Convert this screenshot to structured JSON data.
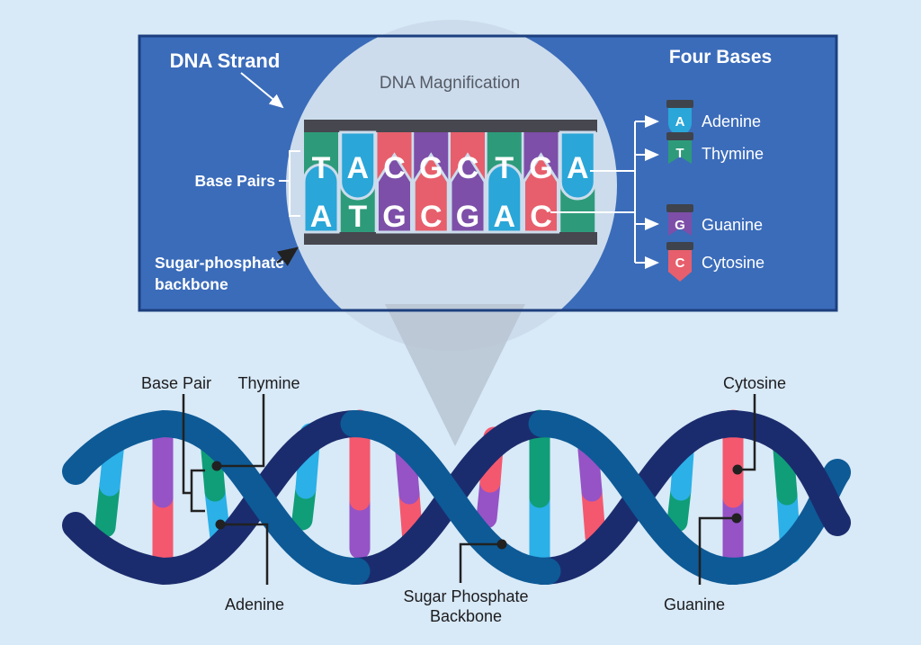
{
  "colors": {
    "background": "#d8e9f7",
    "panel": "#3b6cba",
    "panel_border": "#1c3f7e",
    "magnifier_circle": "#ccdcec",
    "funnel": "#b8c4d2",
    "strip_bar": "#47474f",
    "adenine_blue": "#2aa6d8",
    "thymine_green": "#2d9b7a",
    "guanine_purple": "#7d4fa8",
    "cytosine_red": "#e75f6c",
    "helix_strand_front": "#0d5a96",
    "helix_strand_back": "#1b2c6e",
    "helix_adenine": "#2bb0e8",
    "helix_thymine": "#0f9e78",
    "helix_guanine": "#9553c6",
    "helix_cytosine": "#f4586e"
  },
  "panel": {
    "dna_strand_label": "DNA Strand",
    "magnification_label": "DNA Magnification",
    "base_pairs_label": "Base Pairs",
    "backbone_label_line1": "Sugar-phosphate",
    "backbone_label_line2": "backbone",
    "four_bases_title": "Four Bases"
  },
  "strip": {
    "top_row": [
      "T",
      "A",
      "C",
      "G",
      "C",
      "T",
      "G",
      "A"
    ],
    "bottom_row": [
      "A",
      "T",
      "G",
      "C",
      "G",
      "A",
      "C",
      ""
    ]
  },
  "legend": {
    "items": [
      {
        "letter": "A",
        "name": "Adenine",
        "color": "#2aa6d8"
      },
      {
        "letter": "T",
        "name": "Thymine",
        "color": "#2d9b7a"
      },
      {
        "letter": "G",
        "name": "Guanine",
        "color": "#7d4fa8"
      },
      {
        "letter": "C",
        "name": "Cytosine",
        "color": "#e75f6c"
      }
    ]
  },
  "helix": {
    "labels": {
      "base_pair": "Base Pair",
      "thymine": "Thymine",
      "cytosine": "Cytosine",
      "adenine": "Adenine",
      "sugar_line1": "Sugar Phosphate",
      "sugar_line2": "Backbone",
      "guanine": "Guanine"
    },
    "rungs": [
      {
        "top": "A",
        "bottom": "T"
      },
      {
        "top": "G",
        "bottom": "C"
      },
      {
        "top": "T",
        "bottom": "A"
      },
      {
        "top": "A",
        "bottom": "T"
      },
      {
        "top": "C",
        "bottom": "G"
      },
      {
        "top": "G",
        "bottom": "C"
      },
      {
        "top": "C",
        "bottom": "G"
      },
      {
        "top": "T",
        "bottom": "A"
      },
      {
        "top": "G",
        "bottom": "C"
      },
      {
        "top": "A",
        "bottom": "T"
      },
      {
        "top": "C",
        "bottom": "G"
      },
      {
        "top": "T",
        "bottom": "A"
      }
    ]
  }
}
